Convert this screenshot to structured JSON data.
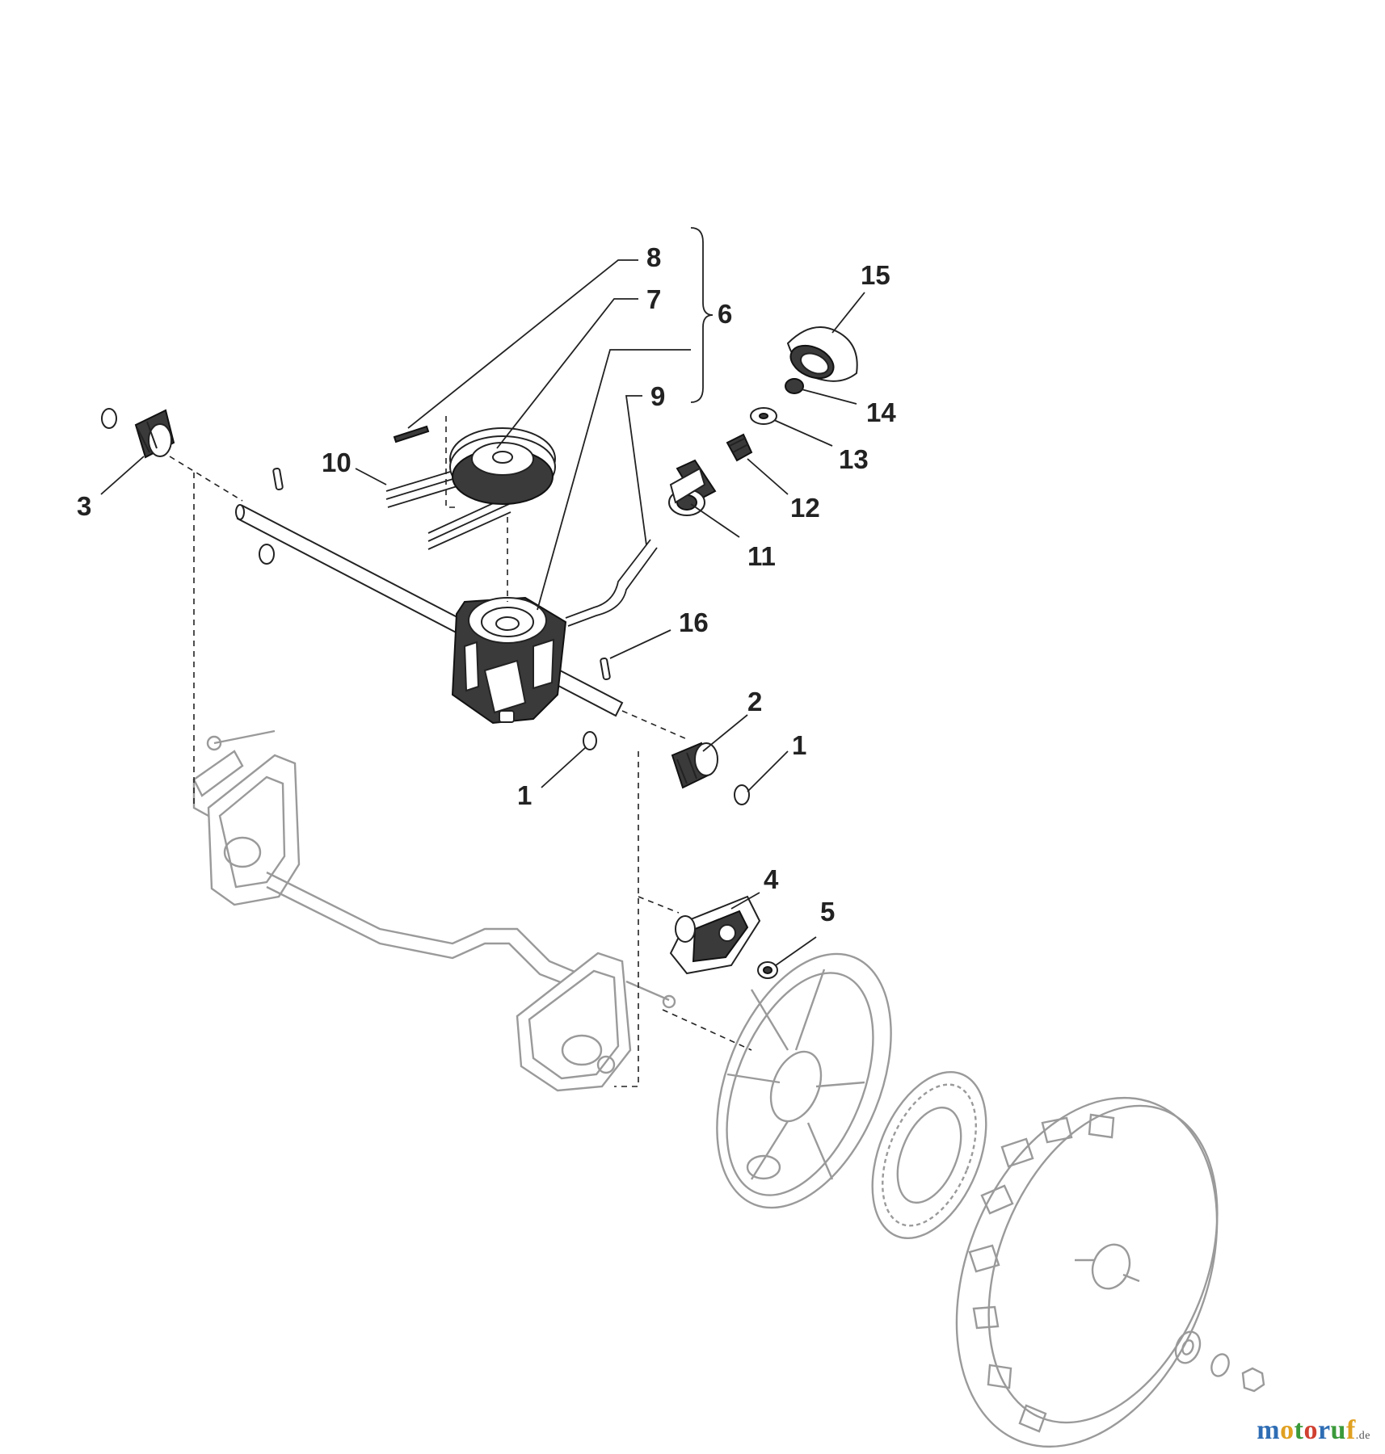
{
  "diagram": {
    "type": "exploded parts diagram",
    "callouts": [
      {
        "id": "c1a",
        "label": "1"
      },
      {
        "id": "c1b",
        "label": "1"
      },
      {
        "id": "c2",
        "label": "2"
      },
      {
        "id": "c3",
        "label": "3"
      },
      {
        "id": "c4",
        "label": "4"
      },
      {
        "id": "c5",
        "label": "5"
      },
      {
        "id": "c6",
        "label": "6"
      },
      {
        "id": "c7",
        "label": "7"
      },
      {
        "id": "c8",
        "label": "8"
      },
      {
        "id": "c9",
        "label": "9"
      },
      {
        "id": "c10",
        "label": "10"
      },
      {
        "id": "c11",
        "label": "11"
      },
      {
        "id": "c12",
        "label": "12"
      },
      {
        "id": "c13",
        "label": "13"
      },
      {
        "id": "c14",
        "label": "14"
      },
      {
        "id": "c15",
        "label": "15"
      },
      {
        "id": "c16",
        "label": "16"
      }
    ]
  },
  "watermark": {
    "letters": [
      "m",
      "o",
      "t",
      "o",
      "r",
      "u",
      "f"
    ],
    "letter_colors": [
      "#2e6db4",
      "#e0a020",
      "#3a9a3a",
      "#d04030",
      "#2e6db4",
      "#3a9a3a",
      "#e0a020"
    ],
    "tld": ".de"
  }
}
